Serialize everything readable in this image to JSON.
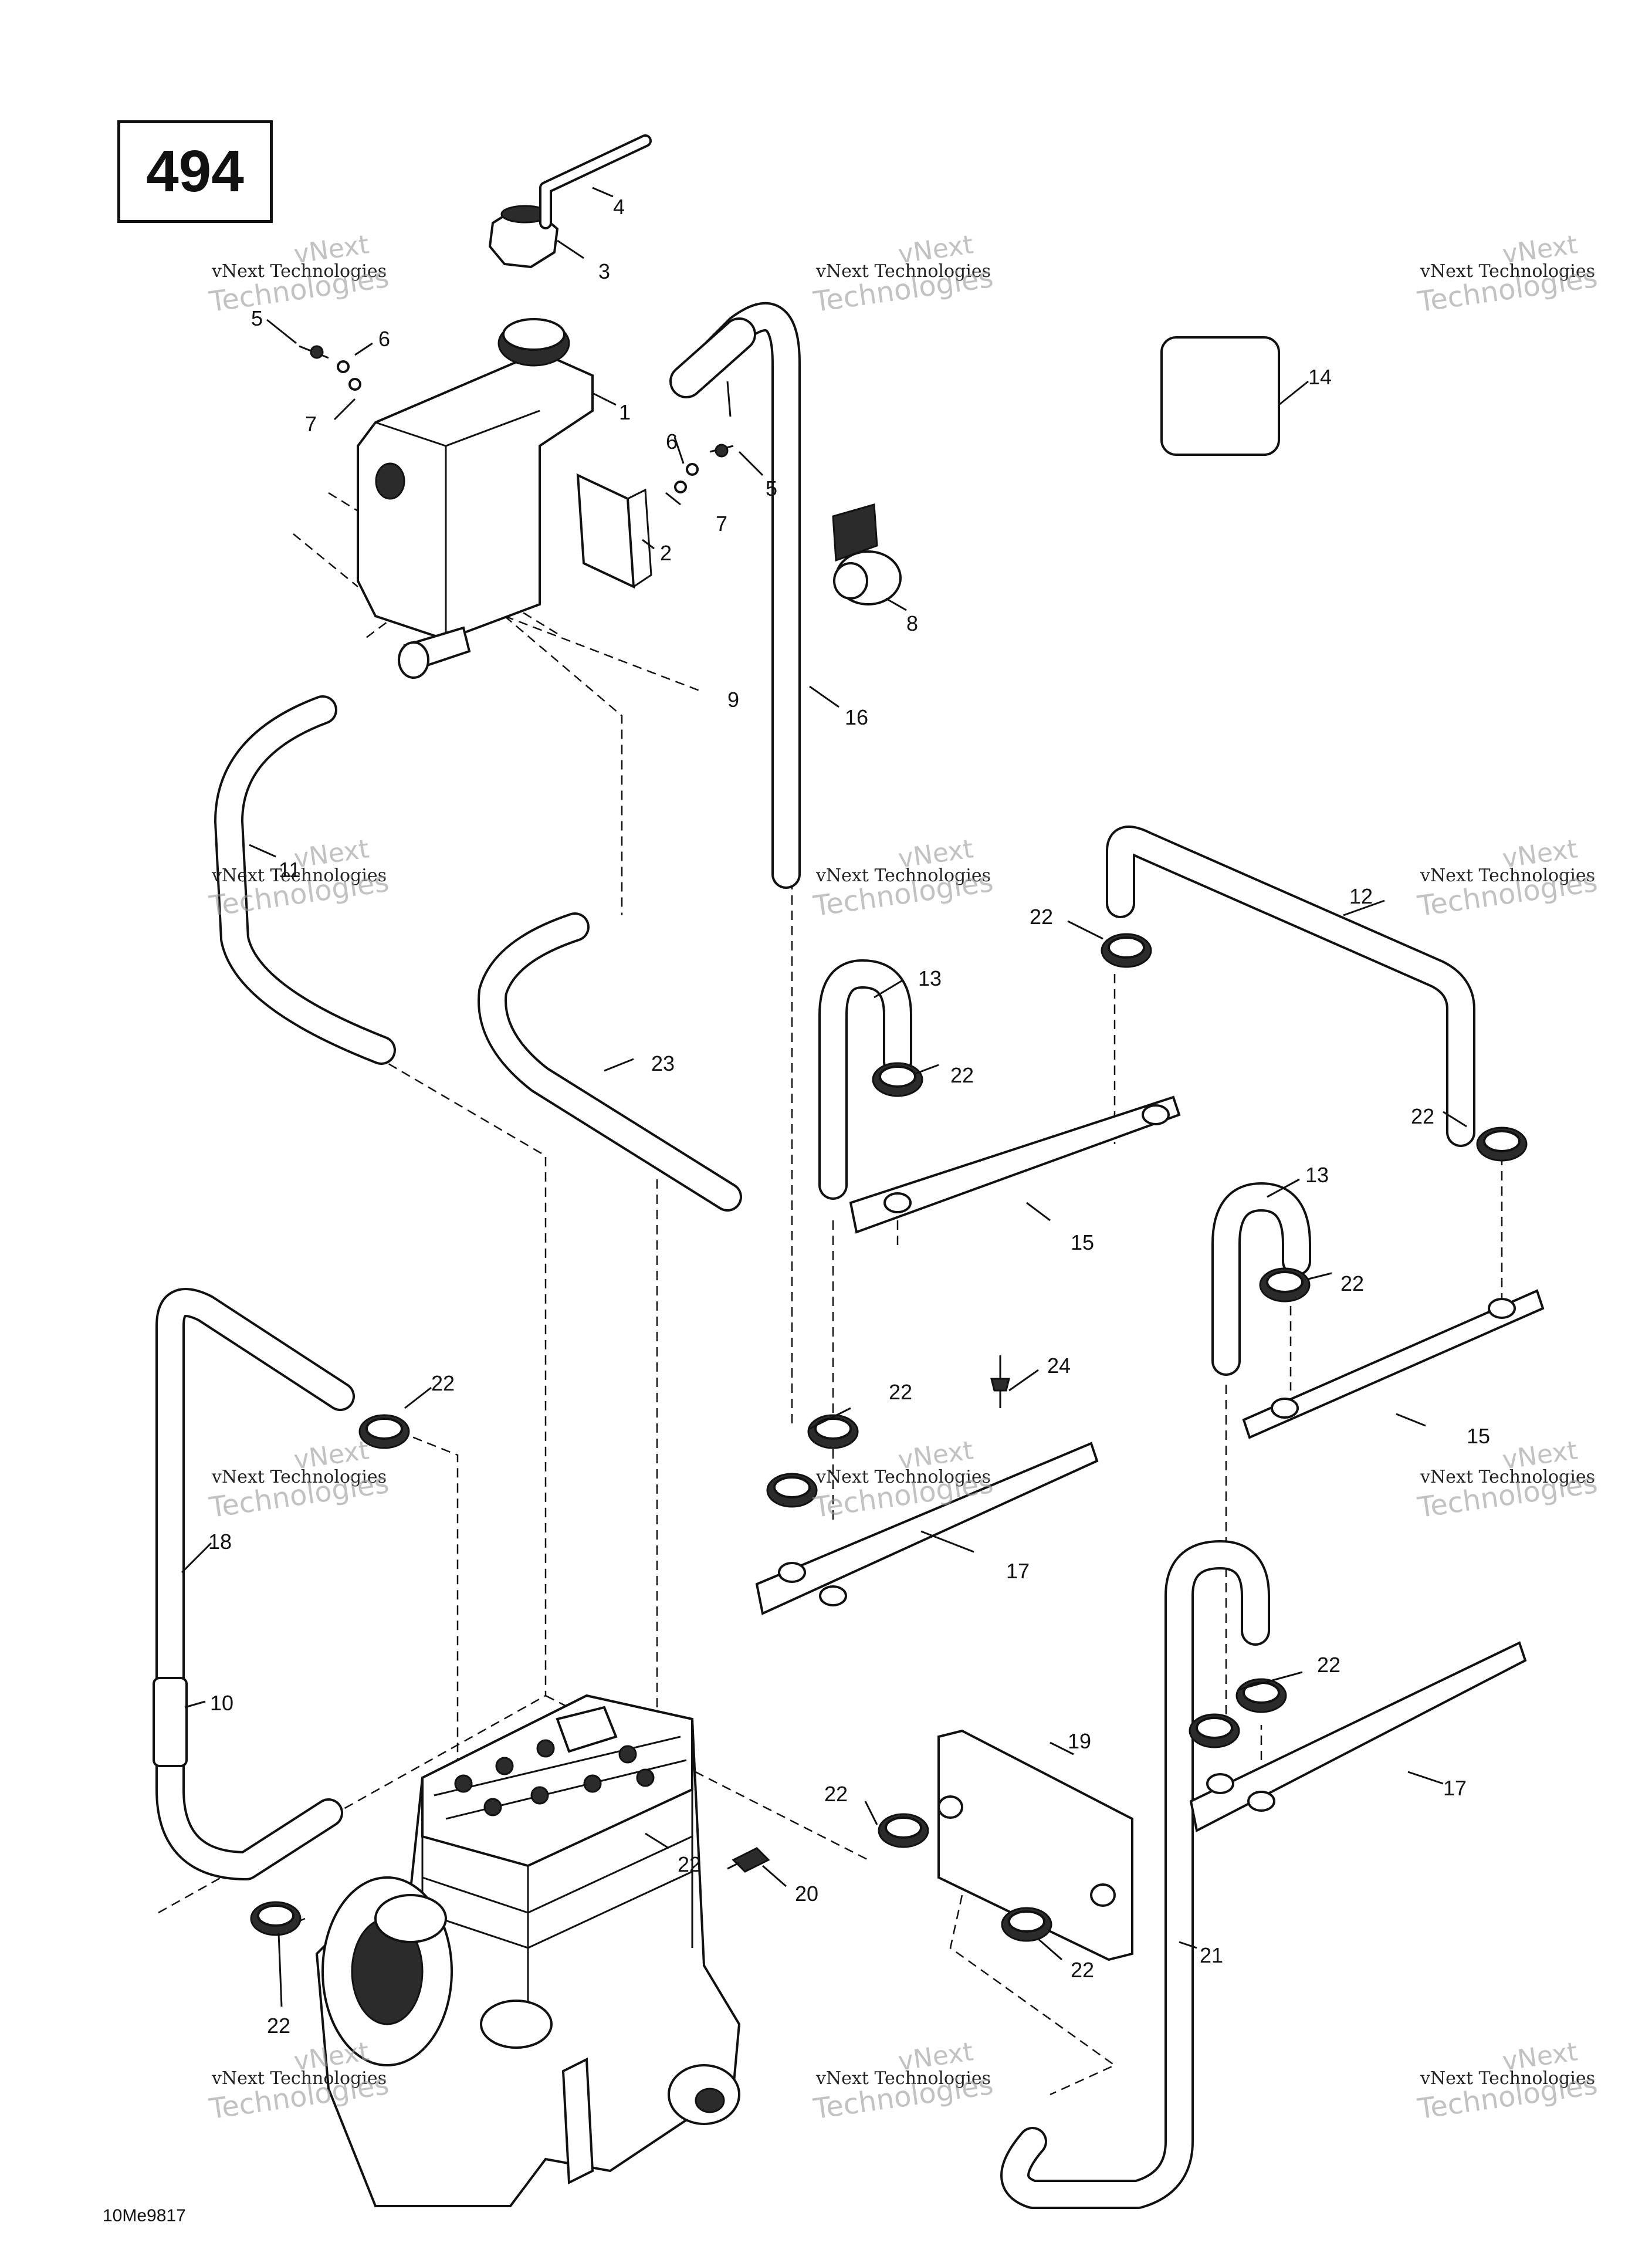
{
  "page_number": "494",
  "drawing_code": "10Me9817",
  "watermark": {
    "line1": "vNext",
    "line2": "vNext Technologies",
    "line3": "Technologies"
  },
  "callouts": {
    "c1": "1",
    "c2": "2",
    "c3": "3",
    "c4": "4",
    "c5a": "5",
    "c5b": "5",
    "c6a": "6",
    "c6b": "6",
    "c7a": "7",
    "c7b": "7",
    "c8": "8",
    "c9": "9",
    "c10": "10",
    "c11": "11",
    "c12": "12",
    "c13a": "13",
    "c13b": "13",
    "c14": "14",
    "c15a": "15",
    "c15b": "15",
    "c16": "16",
    "c17a": "17",
    "c17b": "17",
    "c18": "18",
    "c19": "19",
    "c20": "20",
    "c21": "21",
    "c22a": "22",
    "c22b": "22",
    "c22c": "22",
    "c22d": "22",
    "c22e": "22",
    "c22f": "22",
    "c22g": "22",
    "c22h": "22",
    "c22i": "22",
    "c22j": "22",
    "c22k": "22",
    "c23": "23",
    "c24": "24"
  }
}
